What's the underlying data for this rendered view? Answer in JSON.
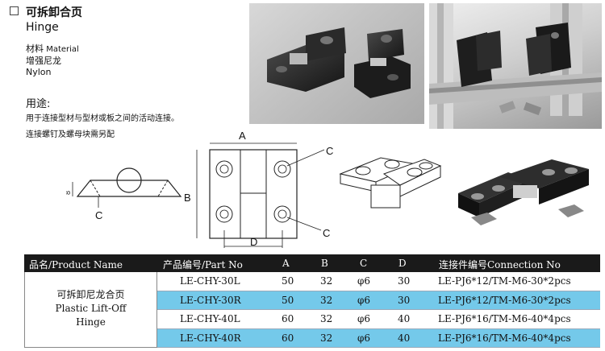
{
  "heading": {
    "cn": "可拆卸合页",
    "en": "Hinge"
  },
  "material": {
    "label_cn": "材料",
    "label_en": "Material",
    "value_cn": "增强尼龙",
    "value_en": "Nylon"
  },
  "usage": {
    "label": "用途:",
    "line1": "用于连接型材与型材或板之间的活动连接。",
    "line2": "连接螺钉及螺母块需另配"
  },
  "drawing": {
    "a": "A",
    "b": "B",
    "c": "C",
    "d": "D",
    "eight": "8"
  },
  "table": {
    "headers": [
      "品名/Product Name",
      "产品编号/Part No",
      "A",
      "B",
      "C",
      "D",
      "连接件编号Connection No"
    ],
    "product_name": [
      "可拆卸尼龙合页",
      "Plastic Lift-Off",
      "Hinge"
    ],
    "rows": [
      [
        "LE-CHY-30L",
        "50",
        "32",
        "φ6",
        "30",
        "LE-PJ6*12/TM-M6-30*2pcs"
      ],
      [
        "LE-CHY-30R",
        "50",
        "32",
        "φ6",
        "30",
        "LE-PJ6*12/TM-M6-30*2pcs"
      ],
      [
        "LE-CHY-40L",
        "60",
        "32",
        "φ6",
        "40",
        "LE-PJ6*16/TM-M6-40*4pcs"
      ],
      [
        "LE-CHY-40R",
        "60",
        "32",
        "φ6",
        "40",
        "LE-PJ6*16/TM-M6-40*4pcs"
      ]
    ]
  },
  "colors": {
    "row_highlight": "#74c9ea",
    "header_bg": "#1a1a1a"
  }
}
